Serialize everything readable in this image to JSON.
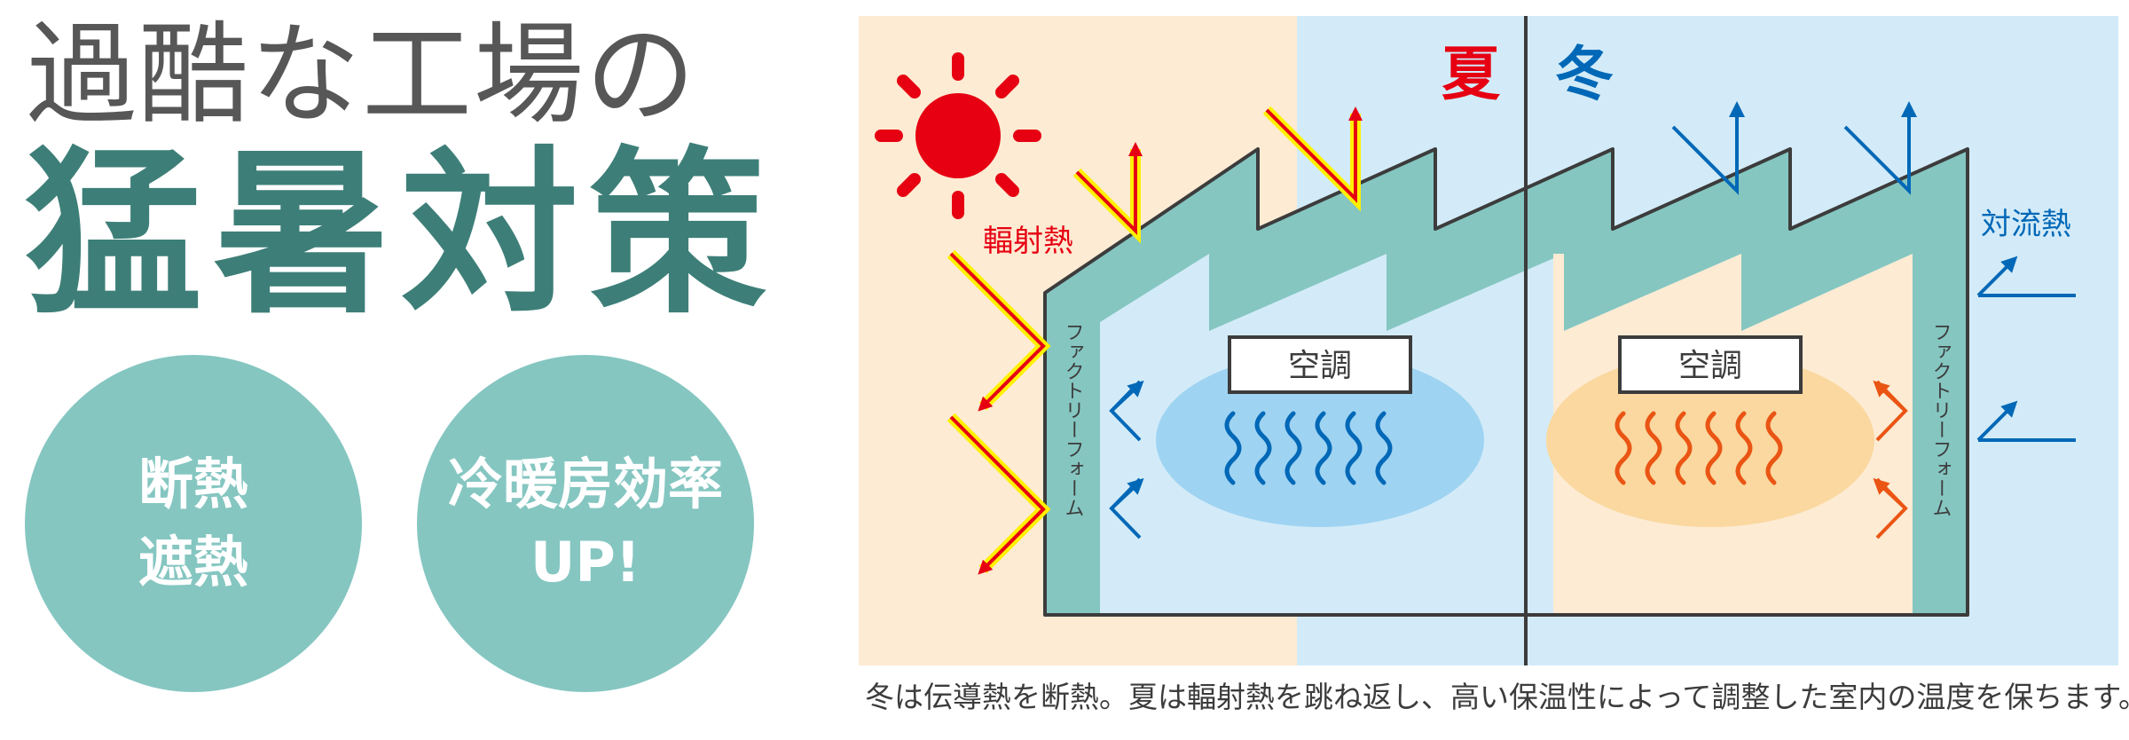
{
  "headline": {
    "line1": "過酷な工場の",
    "line2": "猛暑対策"
  },
  "badges": [
    {
      "lines": [
        "断熱",
        "遮熱"
      ]
    },
    {
      "lines": [
        "冷暖房効率",
        "UP!"
      ]
    }
  ],
  "diagram": {
    "season_summer": "夏",
    "season_winter": "冬",
    "radiant_heat_label": "輻射熱",
    "convection_heat_label": "対流熱",
    "ac_label_summer": "空調",
    "ac_label_winter": "空調",
    "wall_label_left": "ファクトリーフォーム",
    "wall_label_right": "ファクトリーフォーム",
    "colors": {
      "summer_bg": "#fdebd3",
      "winter_bg": "#d3ebf8",
      "wall": "#85c6c1",
      "interior": "#d3ebf8",
      "sun": "#e60012",
      "hot_arrow": "#e60012",
      "hot_glow": "#fff100",
      "cold_arrow": "#0068b7",
      "cool_blob": "#9fd3f2",
      "warm_blob": "#fad89f",
      "cool_wave": "#0068b7",
      "warm_wave": "#ea5514",
      "warm_chevron": "#ea5514"
    }
  },
  "caption": "冬は伝導熱を断熱。夏は輻射熱を跳ね返し、高い保温性によって調整した室内の温度を保ちます。"
}
